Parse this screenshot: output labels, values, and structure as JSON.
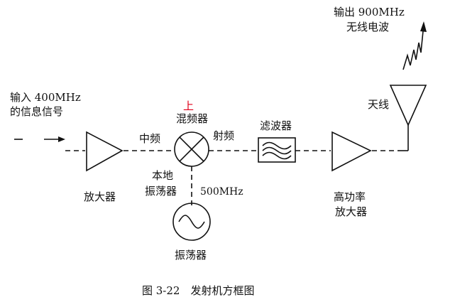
{
  "labels": {
    "input_line1": "输入 400MHz",
    "input_line2": "的信息信号",
    "output_line1": "输出 900MHz",
    "output_line2": "无线电波",
    "amplifier": "放大器",
    "mixer": "混频器",
    "mixer_annotation": "上",
    "if_label": "中频",
    "rf_label": "射频",
    "local_line1": "本地",
    "local_line2": "振荡器",
    "lo_freq": "500MHz",
    "oscillator": "振荡器",
    "filter": "滤波器",
    "pa_line1": "高功率",
    "pa_line2": "放大器",
    "antenna": "天线",
    "caption": "图 3-22　发射机方框图"
  },
  "colors": {
    "annotation": "#e0001a",
    "stroke": "#111111"
  }
}
